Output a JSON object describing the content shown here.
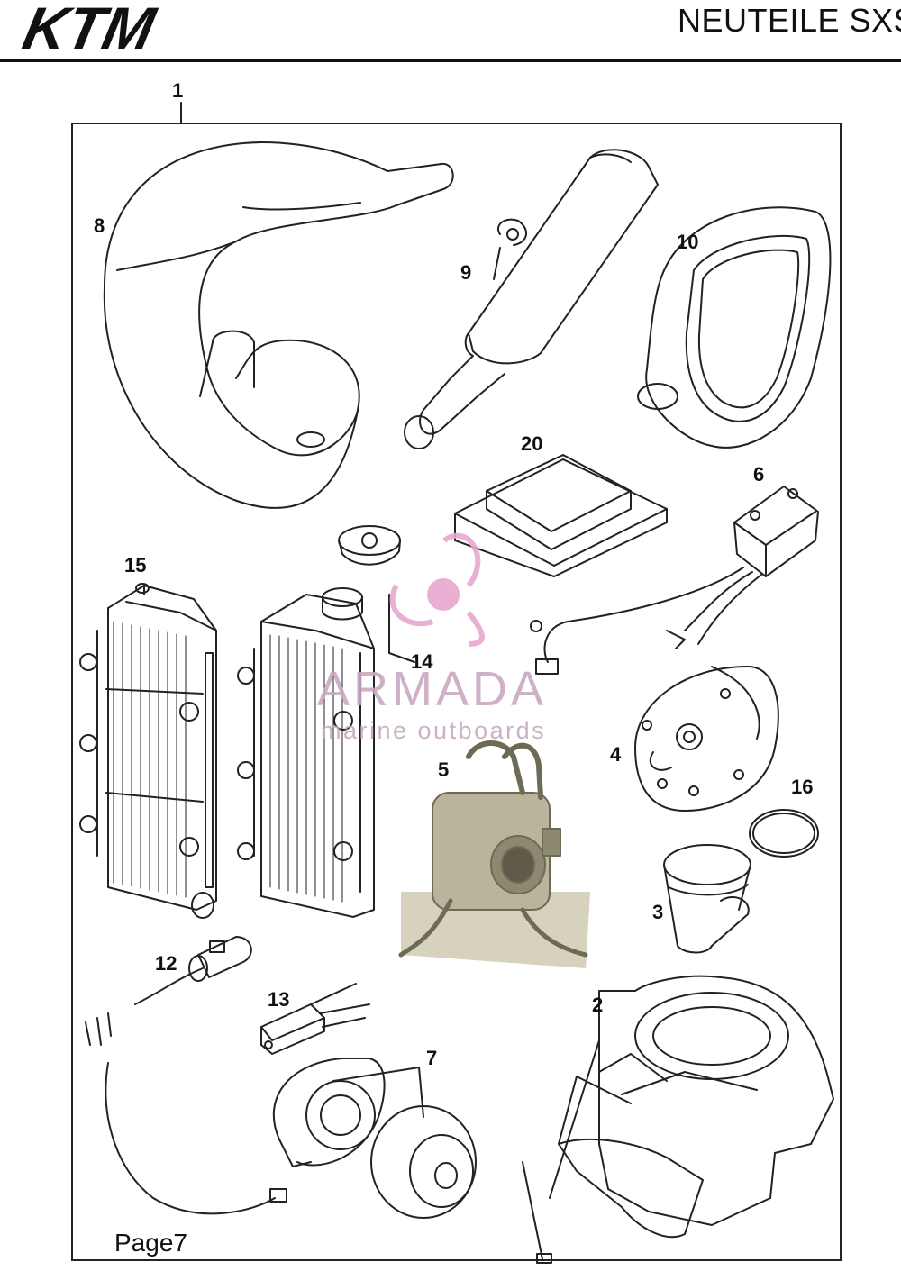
{
  "header": {
    "brand": "KTM",
    "title": "NEUTEILE SXS"
  },
  "diagram": {
    "callouts": [
      {
        "id": "c1",
        "label": "1"
      },
      {
        "id": "c2",
        "label": "2"
      },
      {
        "id": "c3",
        "label": "3"
      },
      {
        "id": "c4",
        "label": "4"
      },
      {
        "id": "c5",
        "label": "5"
      },
      {
        "id": "c6",
        "label": "6"
      },
      {
        "id": "c7",
        "label": "7"
      },
      {
        "id": "c8",
        "label": "8"
      },
      {
        "id": "c9",
        "label": "9"
      },
      {
        "id": "c10",
        "label": "10"
      },
      {
        "id": "c12",
        "label": "12"
      },
      {
        "id": "c13",
        "label": "13"
      },
      {
        "id": "c14",
        "label": "14"
      },
      {
        "id": "c15",
        "label": "15"
      },
      {
        "id": "c16",
        "label": "16"
      },
      {
        "id": "c20",
        "label": "20"
      }
    ]
  },
  "watermark": {
    "name": "ARMADA",
    "tagline": "marine outboards",
    "color": "#e8a8d0"
  },
  "footer": {
    "page": "Page7"
  }
}
